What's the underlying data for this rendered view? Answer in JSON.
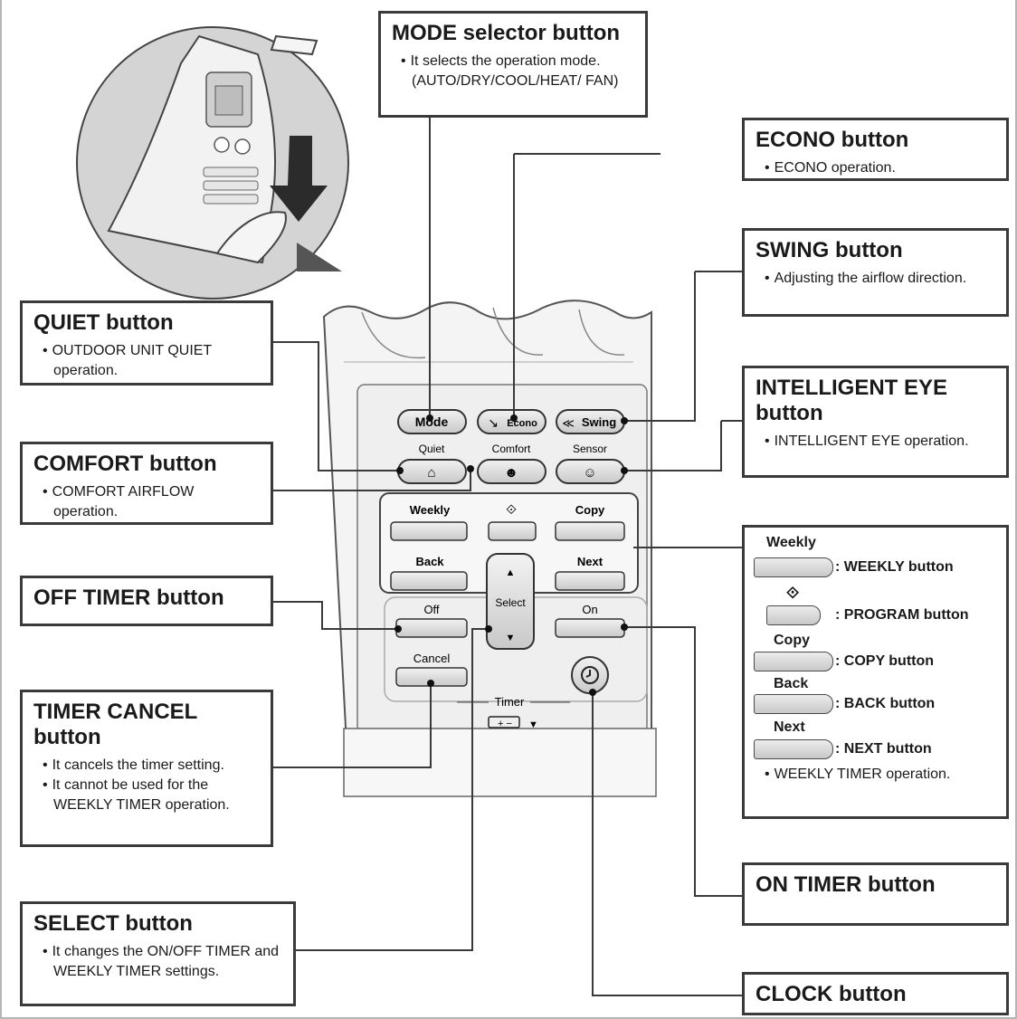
{
  "callouts": {
    "mode": {
      "title": "MODE selector button",
      "notes": [
        "It selects the operation mode. (AUTO/DRY/COOL/HEAT/ FAN)"
      ]
    },
    "econo": {
      "title": "ECONO button",
      "notes": [
        "ECONO operation."
      ]
    },
    "swing": {
      "title": "SWING button",
      "notes": [
        "Adjusting the airflow direction."
      ]
    },
    "intelligent_eye": {
      "title": "INTELLIGENT EYE button",
      "notes": [
        "INTELLIGENT EYE operation."
      ]
    },
    "quiet": {
      "title": "QUIET button",
      "notes": [
        "OUTDOOR UNIT QUIET operation."
      ]
    },
    "comfort": {
      "title": "COMFORT button",
      "notes": [
        "COMFORT AIRFLOW operation."
      ]
    },
    "off_timer": {
      "title": "OFF TIMER button",
      "notes": []
    },
    "timer_cancel": {
      "title": "TIMER CANCEL button",
      "notes": [
        "It cancels the timer setting.",
        "It cannot be used for the WEEKLY TIMER operation."
      ]
    },
    "select": {
      "title": "SELECT button",
      "notes": [
        "It changes the ON/OFF TIMER and WEEKLY TIMER settings."
      ]
    },
    "on_timer": {
      "title": "ON TIMER button",
      "notes": []
    },
    "clock": {
      "title": "CLOCK button",
      "notes": []
    }
  },
  "weekly_legend": {
    "weekly_label": "Weekly",
    "weekly_desc": ": WEEKLY button",
    "program_symbol": "⟐",
    "program_desc": ": PROGRAM button",
    "copy_label": "Copy",
    "copy_desc": ": COPY button",
    "back_label": "Back",
    "back_desc": ": BACK button",
    "next_label": "Next",
    "next_desc": ": NEXT button",
    "note": "WEEKLY TIMER operation."
  },
  "remote": {
    "mode": "Mode",
    "econo": "Econo",
    "swing": "Swing",
    "quiet": "Quiet",
    "comfort": "Comfort",
    "sensor": "Sensor",
    "weekly": "Weekly",
    "program": "⟐",
    "copy": "Copy",
    "back": "Back",
    "next": "Next",
    "select": "Select",
    "off": "Off",
    "on": "On",
    "cancel": "Cancel",
    "timer": "Timer",
    "up_arrow": "▲",
    "down_arrow": "▼"
  },
  "colors": {
    "line": "#3a3a3a",
    "remote_body": "#f4f4f4",
    "button_face": "#d9d9d9",
    "arrow": "#3c3c3c"
  }
}
